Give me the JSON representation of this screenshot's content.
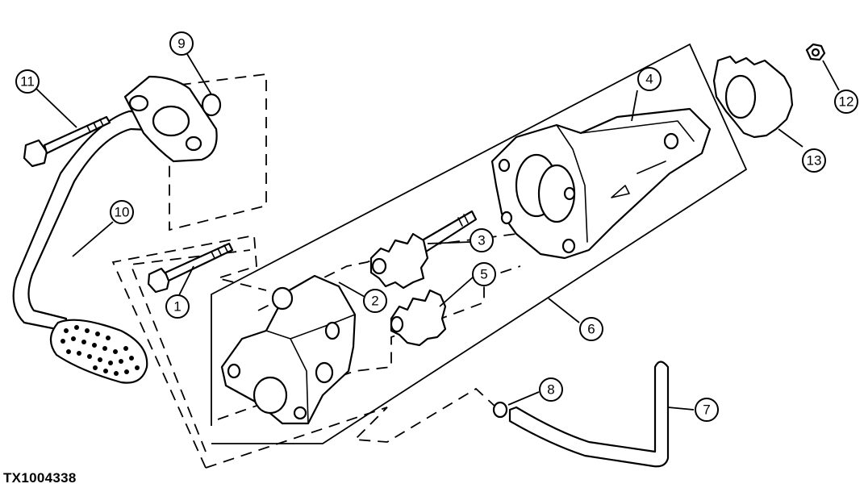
{
  "figure_id": "TX1004338",
  "callouts": [
    "1",
    "2",
    "3",
    "4",
    "5",
    "6",
    "7",
    "8",
    "9",
    "10",
    "11",
    "12",
    "13"
  ],
  "colors": {
    "line": "#000000",
    "background": "#ffffff"
  }
}
